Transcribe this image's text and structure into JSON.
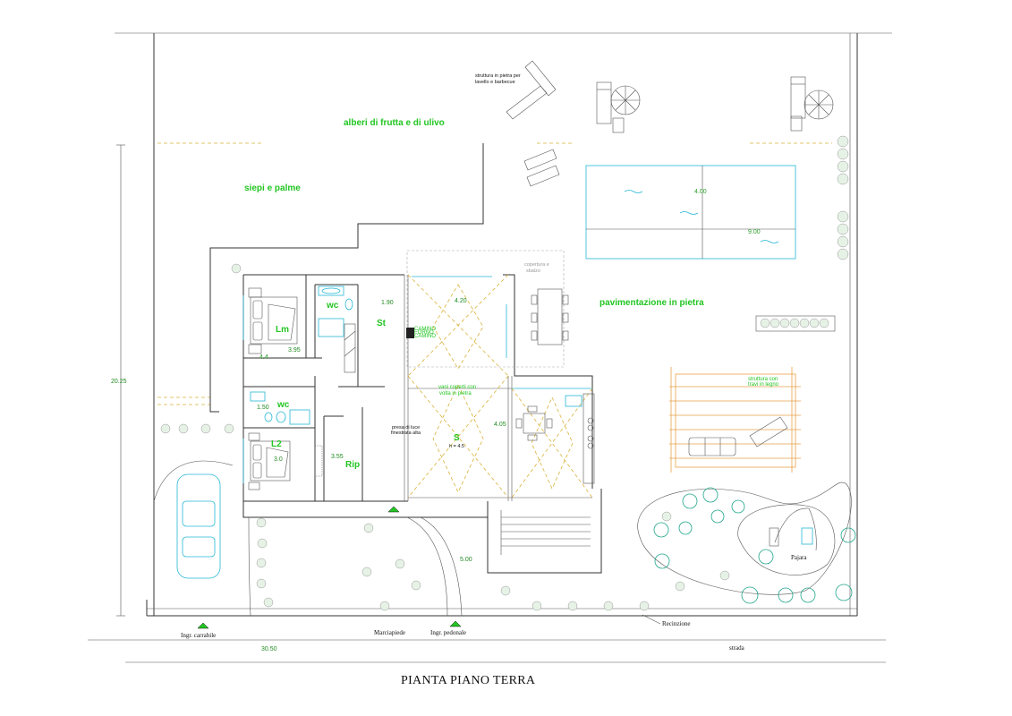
{
  "drawing": {
    "title": "PIANTA PIANO TERRA",
    "garden": {
      "trees_label": "alberi di frutta e di ulivo",
      "hedge_label": "siepi e palme",
      "paving_label": "pavimentazione in pietra",
      "bbq_note": [
        "struttura in pietra per",
        "lavello e barbecue"
      ],
      "pergola_note": [
        "struttura con",
        "travi in legno"
      ],
      "cover_note": [
        "copertura e",
        "sbalzo"
      ],
      "pajara_label": "Pajara"
    },
    "pool": {
      "width": "4.00",
      "length": "9.00"
    },
    "rooms": {
      "master_bedroom": "Lm",
      "bath_1": "wc",
      "bath_2": "wc",
      "study": "St",
      "bedroom_2": "L2",
      "storage": "Rip",
      "living": "S",
      "living_height": "h = 4.5",
      "vault_note": [
        "vani coperti con",
        "volta in pietra"
      ],
      "skylight_note": [
        "presa di luce",
        "finestrata alta"
      ],
      "fireplace_note": [
        "CAMINO",
        "FORNO",
        "CAMINO"
      ]
    },
    "dimensions": {
      "lm_width": "3.95",
      "lm_depth": "4.4",
      "wc_width": "1.90",
      "room_42": "4.20",
      "wc2_width": "1.50",
      "l2_depth": "3.0",
      "rip_width": "3.55",
      "kitchen_405": "4.05",
      "front_500": "5.00",
      "overall_height": "20.25",
      "overall_width": "30.50"
    },
    "site": {
      "drive_entrance": "Ingr. carrabile",
      "pedestrian_entrance": "Ingr. pedonale",
      "sidewalk": "Marciapiede",
      "fence": "Recinzione",
      "street": "strada"
    }
  }
}
